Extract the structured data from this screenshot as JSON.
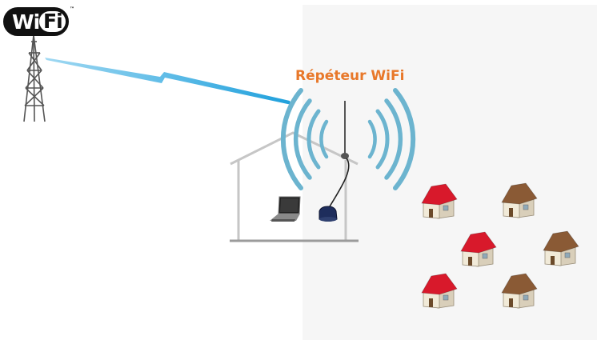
{
  "logo": {
    "wi": "Wi",
    "fi": "Fi",
    "tm": "™"
  },
  "title": "Répéteur WiFi",
  "colors": {
    "signal": "#6cb4cf",
    "beam": "#2aa8e0",
    "title": "#e8782a",
    "roof_red": "#d8192b",
    "roof_brown": "#8a5a35",
    "house_outline": "#c8c8c8"
  },
  "icons": {
    "tower": "transmission-tower-icon",
    "laptop": "laptop-icon",
    "router": "router-icon",
    "house": "house-icon"
  },
  "neighbor_houses": [
    {
      "roof": "red"
    },
    {
      "roof": "brown"
    },
    {
      "roof": "red"
    },
    {
      "roof": "brown"
    },
    {
      "roof": "red"
    },
    {
      "roof": "brown"
    }
  ]
}
